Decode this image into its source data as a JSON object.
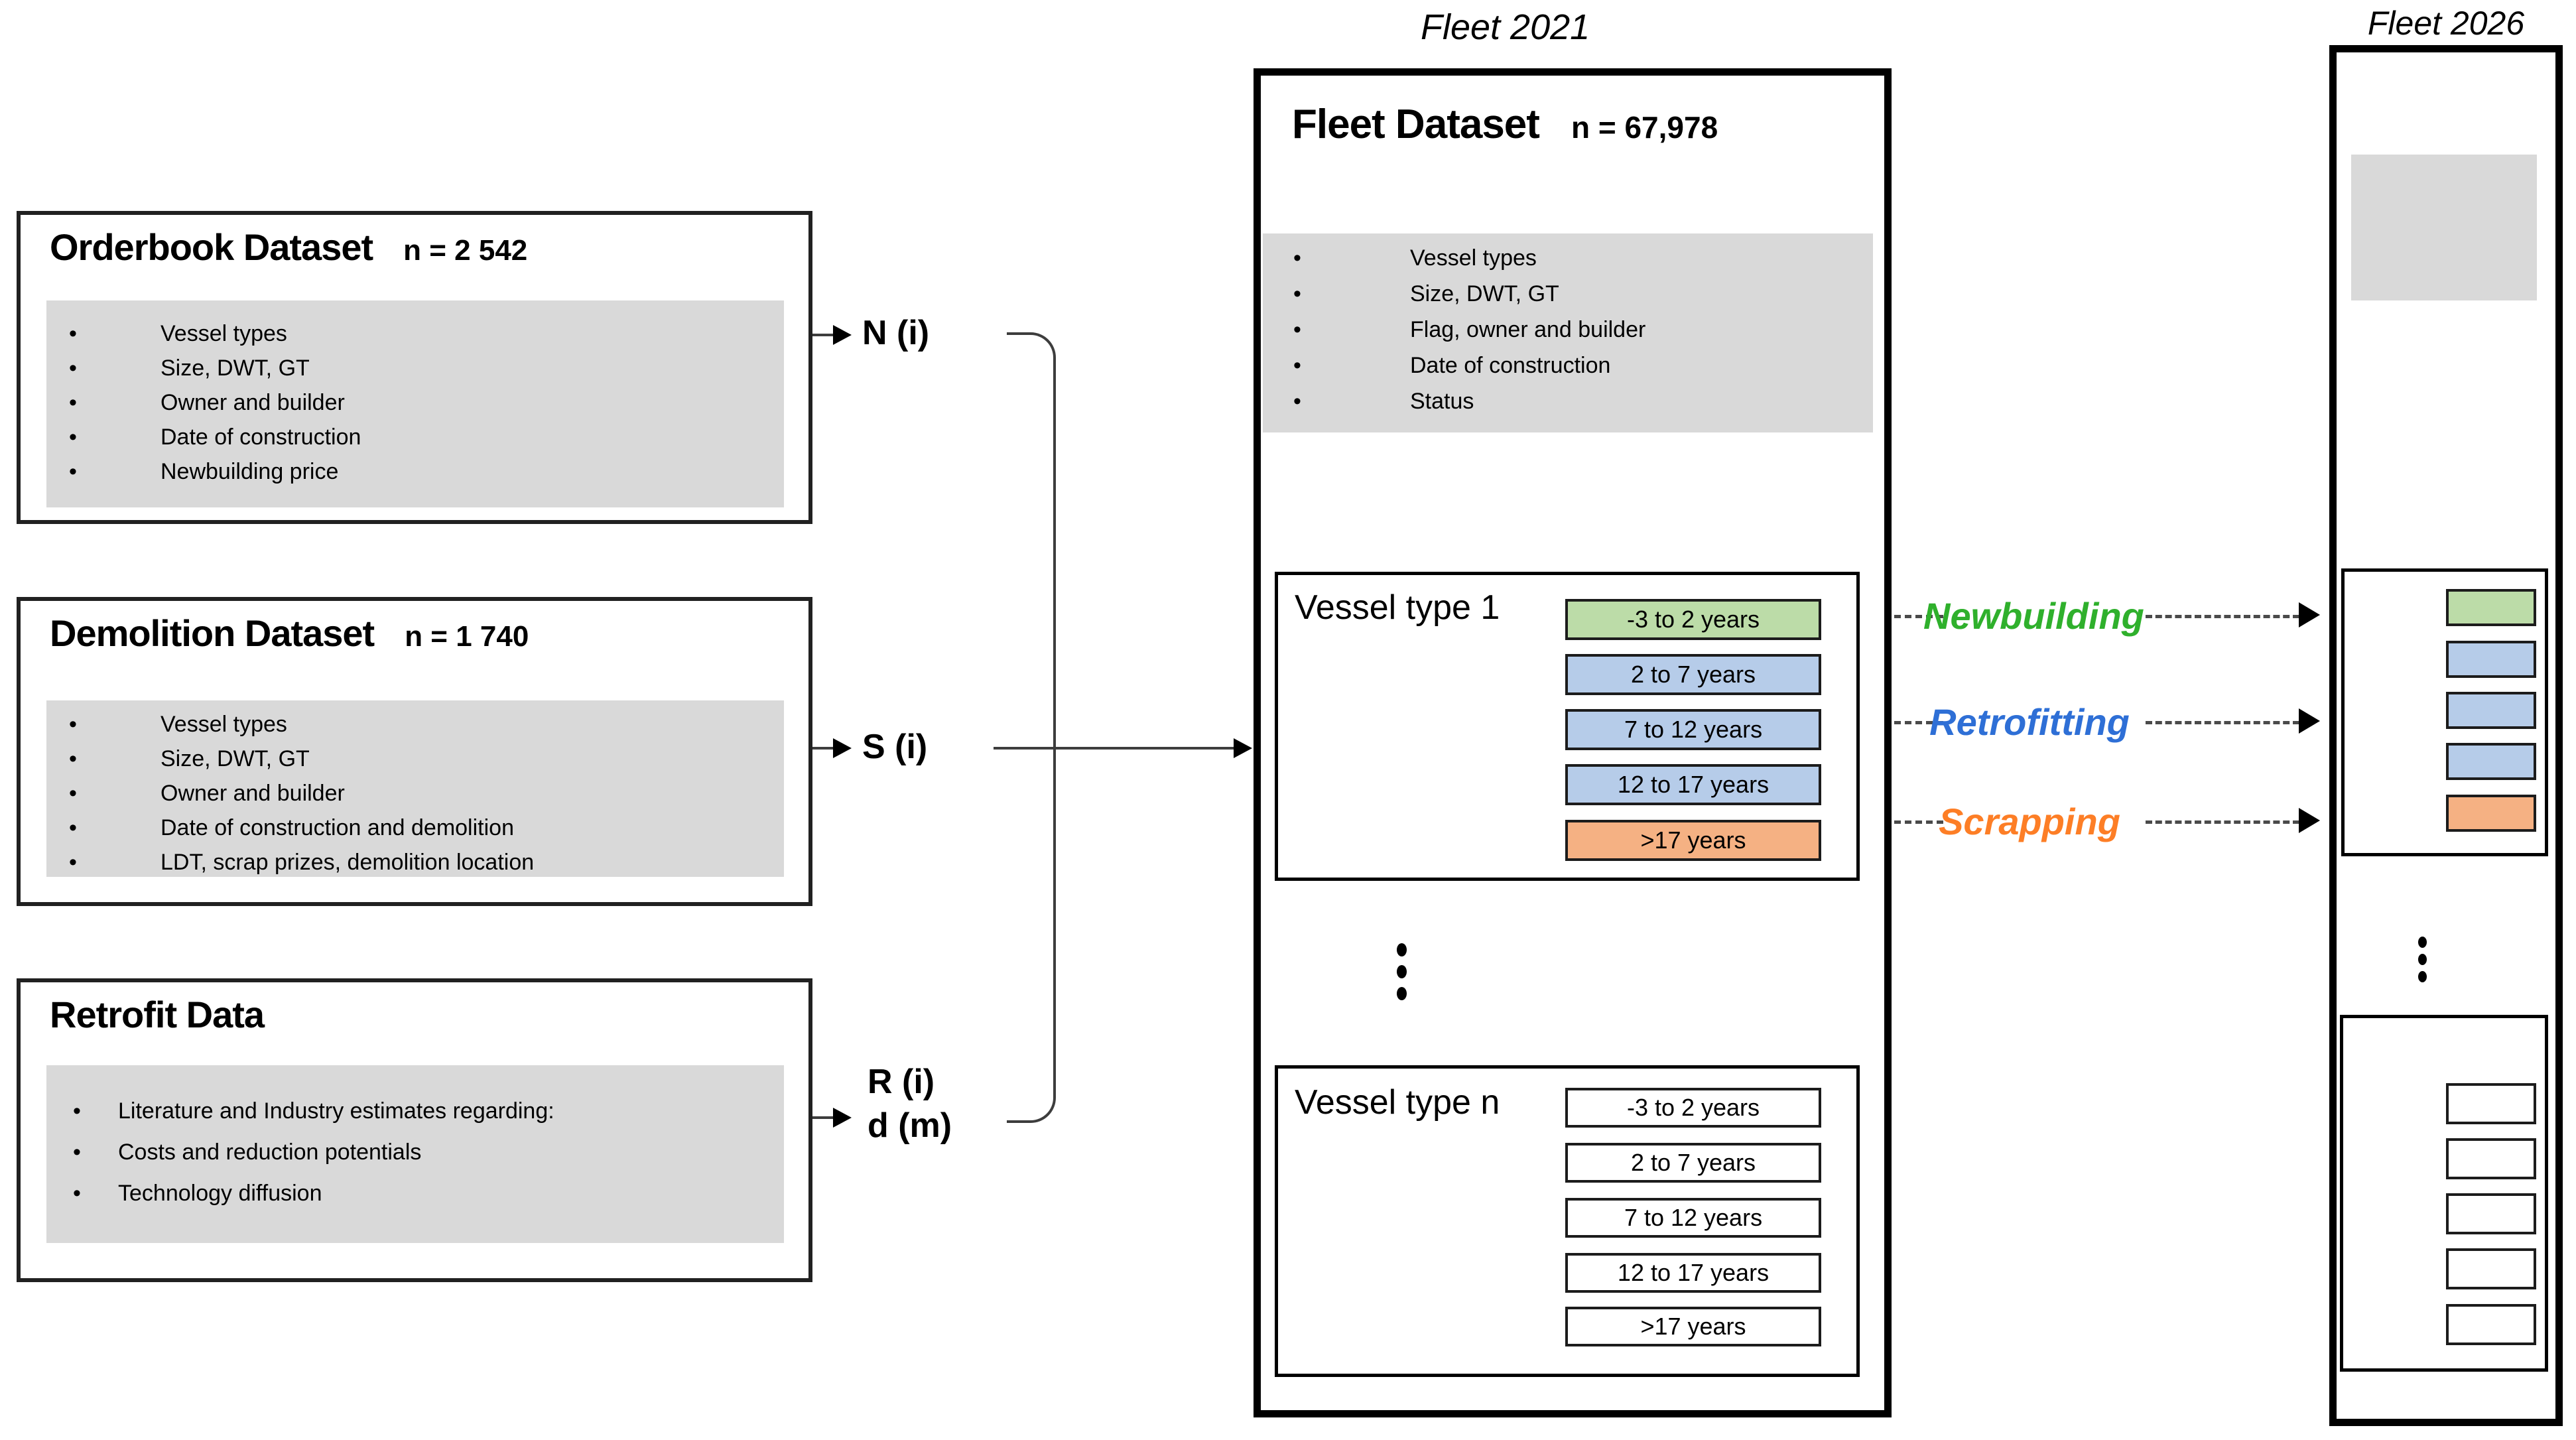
{
  "page": {
    "fleet2021_title": "Fleet 2021",
    "fleet2026_title": "Fleet 2026"
  },
  "orderbook": {
    "title": "Orderbook Dataset",
    "count": "n = 2 542",
    "bullets": [
      "Vessel types",
      "Size, DWT, GT",
      "Owner and builder",
      "Date of construction",
      "Newbuilding price"
    ],
    "label": "N (i)"
  },
  "demolition": {
    "title": "Demolition Dataset",
    "count": "n = 1 740",
    "bullets": [
      "Vessel types",
      "Size, DWT, GT",
      "Owner and builder",
      "Date of construction and demolition",
      "LDT, scrap prizes, demolition location"
    ],
    "label": "S (i)"
  },
  "retrofit": {
    "title": "Retrofit Data",
    "bullets": [
      "Literature and Industry estimates regarding:",
      "Costs and reduction potentials",
      "Technology diffusion"
    ],
    "label_line1": "R (i)",
    "label_line2": "d (m)"
  },
  "fleet": {
    "title": "Fleet Dataset",
    "count": "n = 67,978",
    "bullets": [
      "Vessel types",
      "Size, DWT, GT",
      "Flag, owner and builder",
      "Date of construction",
      "Status"
    ]
  },
  "vessel_type_1": {
    "label": "Vessel type 1",
    "chips": [
      "-3 to 2 years",
      "2 to 7 years",
      "7 to 12 years",
      "12 to 17 years",
      ">17 years"
    ]
  },
  "vessel_type_n": {
    "label": "Vessel type n",
    "chips": [
      "-3 to 2 years",
      "2 to 7 years",
      "7 to 12 years",
      "12 to 17 years",
      ">17 years"
    ]
  },
  "transitions": {
    "newbuilding": "Newbuilding",
    "retrofitting": "Retrofitting",
    "scrapping": "Scrapping"
  },
  "colors": {
    "age_green": "#bcdca8",
    "age_blue": "#b6cce9",
    "age_orange": "#f5b183",
    "newbuilding_text": "#2fb02c",
    "retrofitting_text": "#2e6fd6",
    "scrapping_text": "#fd7e26",
    "panel_gray": "#d9d9d9"
  }
}
